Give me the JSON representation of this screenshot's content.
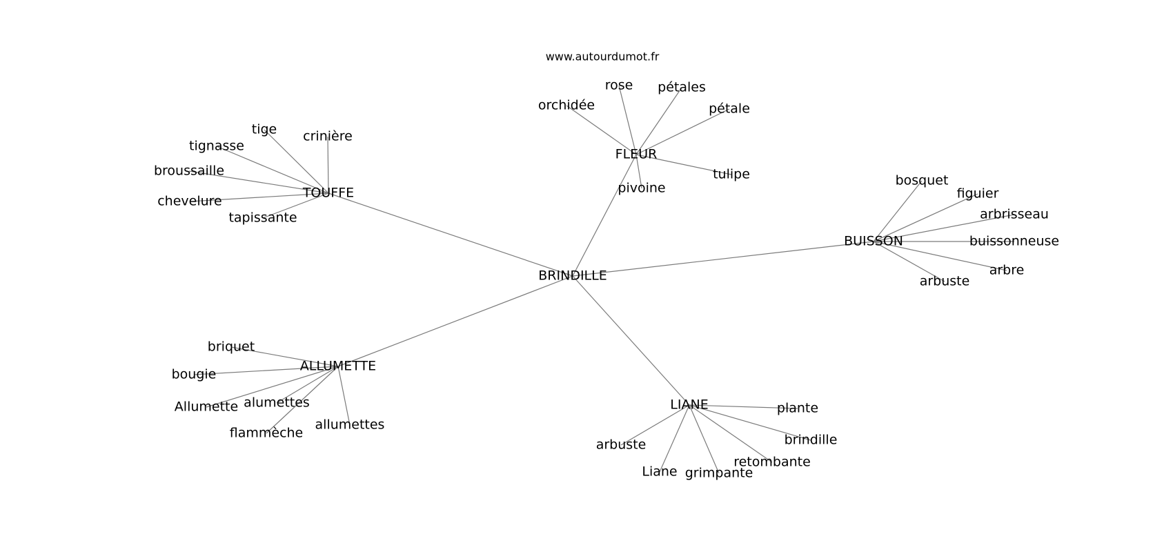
{
  "source": "www.autourdumot.fr",
  "graph": {
    "center": "BRINDILLE",
    "hubs": [
      {
        "id": "touffe",
        "label": "TOUFFE",
        "leaves": [
          "tige",
          "crinière",
          "tignasse",
          "broussaille",
          "chevelure",
          "tapissante"
        ]
      },
      {
        "id": "fleur",
        "label": "FLEUR",
        "leaves": [
          "rose",
          "pétales",
          "orchidée",
          "pétale",
          "tulipe",
          "pivoine"
        ]
      },
      {
        "id": "buisson",
        "label": "BUISSON",
        "leaves": [
          "bosquet",
          "figuier",
          "arbrisseau",
          "buissonneuse",
          "arbre",
          "arbuste"
        ]
      },
      {
        "id": "allumette",
        "label": "ALLUMETTE",
        "leaves": [
          "briquet",
          "bougie",
          "Allumette",
          "alumettes",
          "flammèche",
          "allumettes"
        ]
      },
      {
        "id": "liane",
        "label": "LIANE",
        "leaves": [
          "plante",
          "brindille",
          "retombante",
          "arbuste",
          "Liane",
          "grimpante"
        ]
      }
    ]
  }
}
